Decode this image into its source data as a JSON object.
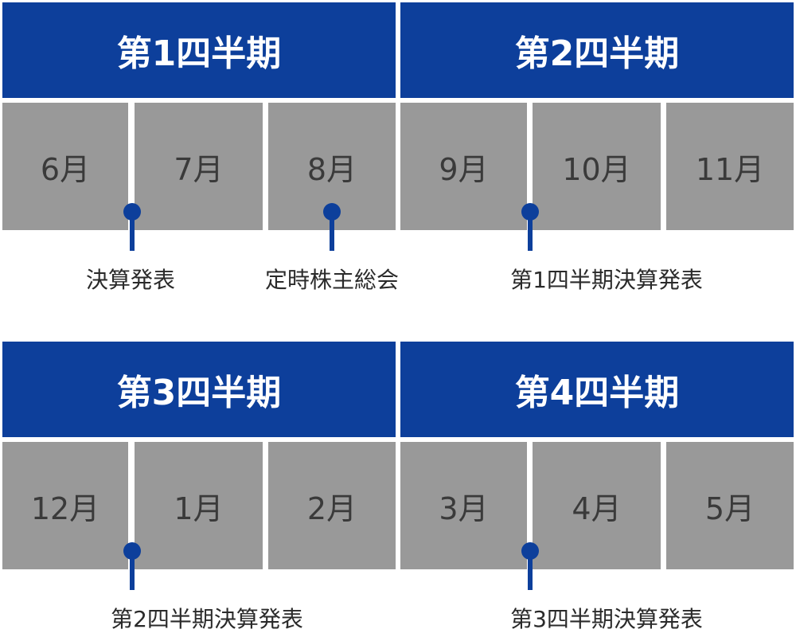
{
  "quarters": [
    {
      "label": "第1四半期",
      "months": [
        "6月",
        "7月",
        "8月"
      ]
    },
    {
      "label": "第2四半期",
      "months": [
        "9月",
        "10月",
        "11月"
      ]
    },
    {
      "label": "第3四半期",
      "months": [
        "12月",
        "1月",
        "2月"
      ]
    },
    {
      "label": "第4四半期",
      "months": [
        "3月",
        "4月",
        "5月"
      ]
    }
  ],
  "events": {
    "e1": "決算発表",
    "e2": "定時株主総会",
    "e3": "第1四半期決算発表",
    "e4": "第2四半期決算発表",
    "e5": "第3四半期決算発表"
  },
  "colors": {
    "header_bg": "#0d3f9b",
    "month_bg": "#999999",
    "marker": "#0d3f9b"
  }
}
